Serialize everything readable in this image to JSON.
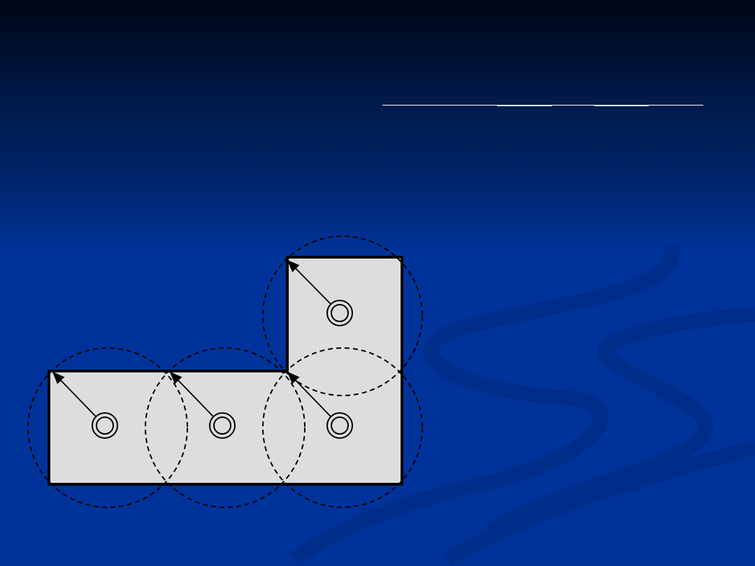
{
  "colors": {
    "background_top": "#000614",
    "background_bottom": "#00339a",
    "shape_fill": "#dddddd",
    "stroke": "#000000",
    "title_rule": "#ffffff"
  },
  "diagram": {
    "shape": "L-shaped region",
    "nodes": [
      {
        "id": "node-1"
      },
      {
        "id": "node-2"
      },
      {
        "id": "node-3"
      },
      {
        "id": "node-4"
      }
    ]
  }
}
